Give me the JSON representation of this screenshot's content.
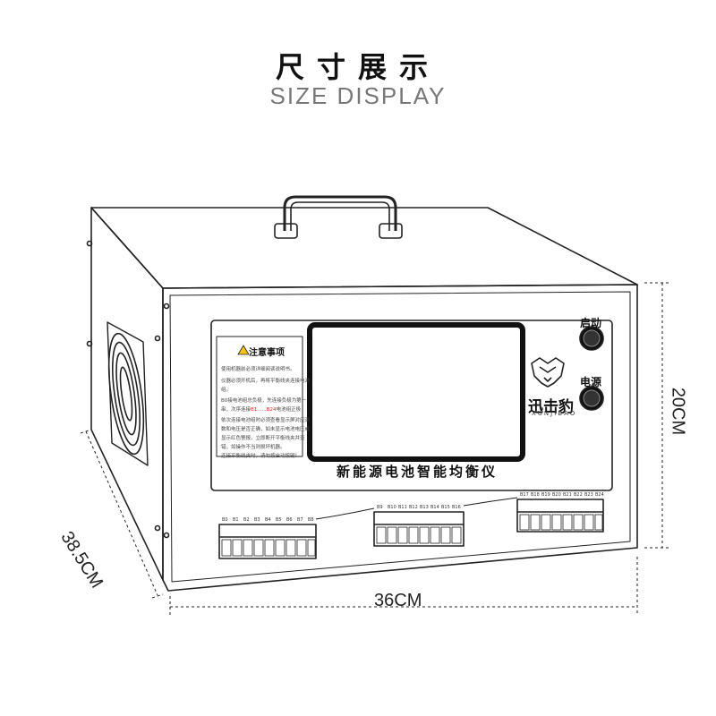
{
  "header": {
    "title_cn": "尺寸展示",
    "title_en": "SIZE DISPLAY"
  },
  "dimensions": {
    "width": "36CM",
    "height": "20CM",
    "depth": "38.5CM"
  },
  "device": {
    "screen_caption": "新能源电池智能均衡仪",
    "start_button_label": "启动",
    "power_button_label": "电源",
    "brand_cn": "迅击豹",
    "brand_en": "XUNJIBAO",
    "notice": {
      "title": "注意事项",
      "lines": [
        "使用机器前必须详细阅读说明书。",
        "仪器必须开机后，再将平衡线夹连接电池",
        "组。",
        "B0接电池组总负极，先连接负极为第一",
        "串，次序连接B1......B24电池组正极",
        "依次连接电池组时必须查看显示屏对应测",
        "数和电压是否正确，如未显示电池电压或",
        "显示红色警报，立即断开平衡线夹并查",
        "错，如操作不当则损坏机器。",
        "连接平衡线夹时，请勿按启动按键！"
      ],
      "highlight": "B1......B24"
    },
    "terminal_groups": [
      {
        "labels": [
          "B0",
          "B1",
          "B2",
          "B3",
          "B4",
          "B5",
          "B6",
          "B7",
          "B8"
        ]
      },
      {
        "labels": [
          "B9",
          "B10",
          "B11",
          "B12",
          "B13",
          "B14",
          "B15",
          "B16"
        ]
      },
      {
        "labels": [
          "B17",
          "B18",
          "B19",
          "B20",
          "B21",
          "B22",
          "B23",
          "B24"
        ]
      }
    ]
  }
}
